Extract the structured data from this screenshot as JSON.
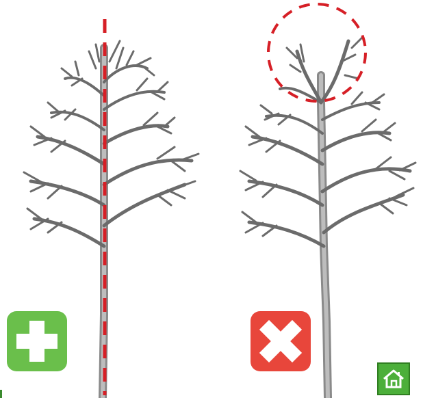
{
  "scene": {
    "left_tree": {
      "name": "tree-single-leader",
      "marker": "dashed-vertical-line",
      "marker_color": "#d61f26"
    },
    "right_tree": {
      "name": "tree-multiple-leaders",
      "marker": "dashed-circle",
      "marker_color": "#d61f26"
    }
  },
  "badges": {
    "good": {
      "icon": "plus-icon",
      "color": "#6abf4b"
    },
    "bad": {
      "icon": "cross-icon",
      "color": "#e8463b"
    }
  },
  "nav": {
    "home_icon": "home-icon",
    "home_color": "#4caf3a"
  }
}
